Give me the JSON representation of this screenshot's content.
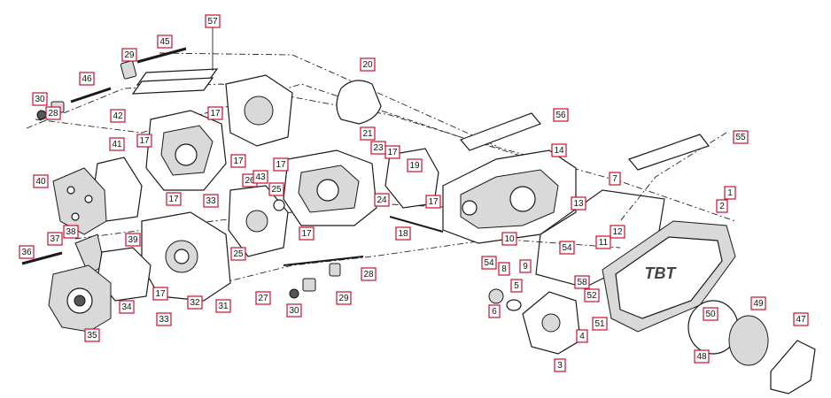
{
  "diagram": {
    "logo_text": "TBT",
    "callout_color": "#c8102e",
    "line_color": "#1a1a1a",
    "callouts": [
      {
        "id": "c1",
        "label": "1"
      },
      {
        "id": "c2",
        "label": "2"
      },
      {
        "id": "c3",
        "label": "3"
      },
      {
        "id": "c4",
        "label": "4"
      },
      {
        "id": "c5",
        "label": "5"
      },
      {
        "id": "c6",
        "label": "6"
      },
      {
        "id": "c7",
        "label": "7"
      },
      {
        "id": "c8",
        "label": "8"
      },
      {
        "id": "c9",
        "label": "9"
      },
      {
        "id": "c10",
        "label": "10"
      },
      {
        "id": "c11",
        "label": "11"
      },
      {
        "id": "c12",
        "label": "12"
      },
      {
        "id": "c13",
        "label": "13"
      },
      {
        "id": "c14",
        "label": "14"
      },
      {
        "id": "c17a",
        "label": "17"
      },
      {
        "id": "c17b",
        "label": "17"
      },
      {
        "id": "c17c",
        "label": "17"
      },
      {
        "id": "c17d",
        "label": "17"
      },
      {
        "id": "c17e",
        "label": "17"
      },
      {
        "id": "c17f",
        "label": "17"
      },
      {
        "id": "c17g",
        "label": "17"
      },
      {
        "id": "c17h",
        "label": "17"
      },
      {
        "id": "c17i",
        "label": "17"
      },
      {
        "id": "c18",
        "label": "18"
      },
      {
        "id": "c19",
        "label": "19"
      },
      {
        "id": "c20",
        "label": "20"
      },
      {
        "id": "c21",
        "label": "21"
      },
      {
        "id": "c23",
        "label": "23"
      },
      {
        "id": "c24",
        "label": "24"
      },
      {
        "id": "c25a",
        "label": "25"
      },
      {
        "id": "c25b",
        "label": "25"
      },
      {
        "id": "c26",
        "label": "26"
      },
      {
        "id": "c27",
        "label": "27"
      },
      {
        "id": "c28a",
        "label": "28"
      },
      {
        "id": "c28b",
        "label": "28"
      },
      {
        "id": "c29a",
        "label": "29"
      },
      {
        "id": "c29b",
        "label": "29"
      },
      {
        "id": "c30a",
        "label": "30"
      },
      {
        "id": "c30b",
        "label": "30"
      },
      {
        "id": "c31",
        "label": "31"
      },
      {
        "id": "c32",
        "label": "32"
      },
      {
        "id": "c33a",
        "label": "33"
      },
      {
        "id": "c33b",
        "label": "33"
      },
      {
        "id": "c34",
        "label": "34"
      },
      {
        "id": "c35",
        "label": "35"
      },
      {
        "id": "c36",
        "label": "36"
      },
      {
        "id": "c37",
        "label": "37"
      },
      {
        "id": "c38",
        "label": "38"
      },
      {
        "id": "c39",
        "label": "39"
      },
      {
        "id": "c40",
        "label": "40"
      },
      {
        "id": "c41",
        "label": "41"
      },
      {
        "id": "c42",
        "label": "42"
      },
      {
        "id": "c43",
        "label": "43"
      },
      {
        "id": "c45",
        "label": "45"
      },
      {
        "id": "c46",
        "label": "46"
      },
      {
        "id": "c47",
        "label": "47"
      },
      {
        "id": "c48",
        "label": "48"
      },
      {
        "id": "c49",
        "label": "49"
      },
      {
        "id": "c50",
        "label": "50"
      },
      {
        "id": "c51",
        "label": "51"
      },
      {
        "id": "c52",
        "label": "52"
      },
      {
        "id": "c54a",
        "label": "54"
      },
      {
        "id": "c54b",
        "label": "54"
      },
      {
        "id": "c55",
        "label": "55"
      },
      {
        "id": "c56",
        "label": "56"
      },
      {
        "id": "c57",
        "label": "57"
      },
      {
        "id": "c58",
        "label": "58"
      }
    ]
  }
}
